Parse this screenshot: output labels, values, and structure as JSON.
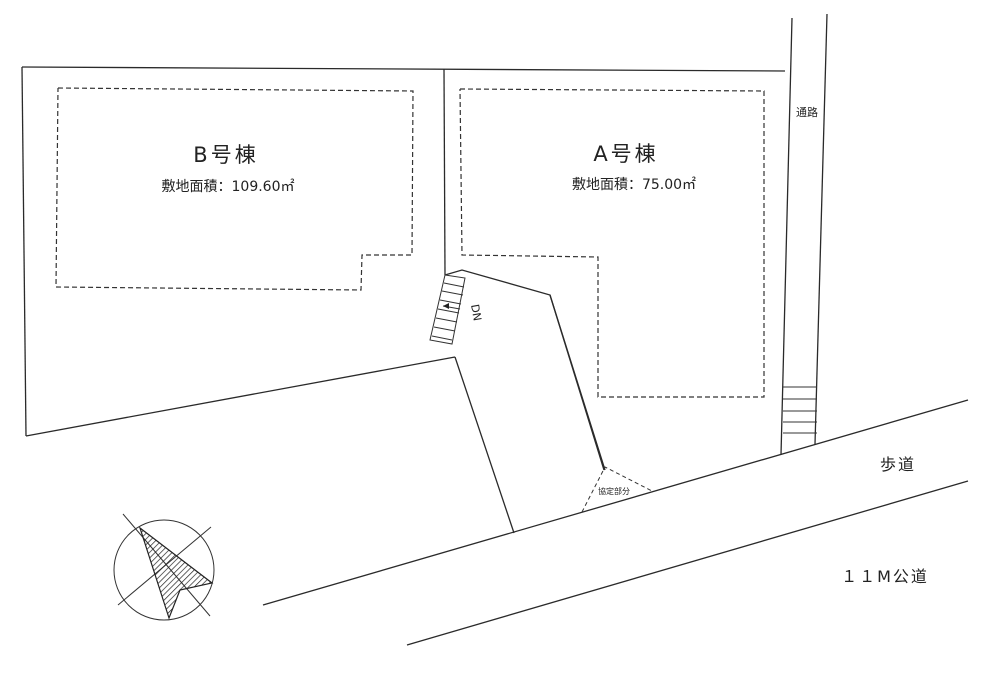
{
  "building_b": {
    "name": "B号棟",
    "area": "敷地面積：109.60㎡"
  },
  "building_a": {
    "name": "A号棟",
    "area": "敷地面積：75.00㎡"
  },
  "passage": {
    "label": "通路"
  },
  "sidewalk": {
    "label": "歩道"
  },
  "public_road": {
    "label": "１１M公道"
  },
  "agreement_area": {
    "label": "協定部分"
  },
  "stairs": {
    "label": "DN"
  },
  "compass": {
    "icon": "north-arrow-icon"
  }
}
